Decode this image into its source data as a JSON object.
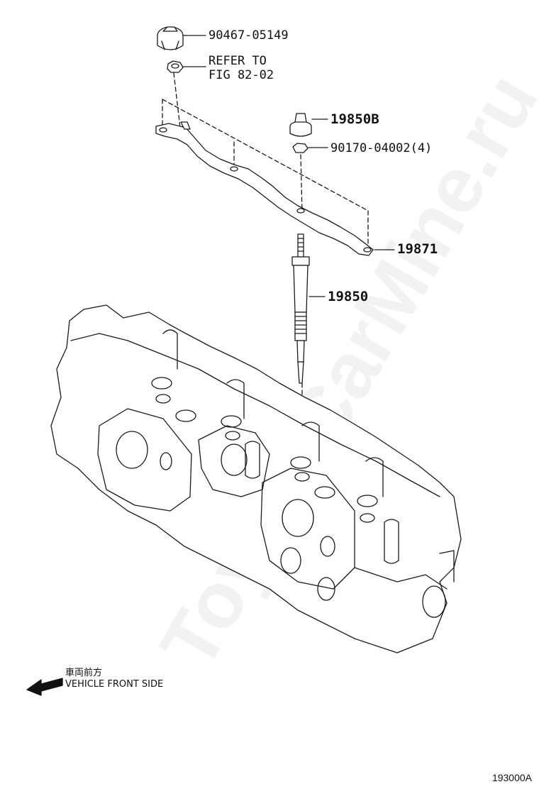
{
  "diagram": {
    "colors": {
      "line": "#1a1a1a",
      "watermark": "#000000"
    },
    "parts": {
      "nut_top": "90467-05149",
      "refer_line1": "REFER TO",
      "refer_line2": "FIG 82-02",
      "connector": "19850B",
      "nut_small": "90170-04002(4)",
      "busbar": "19871",
      "glow_plug": "19850"
    },
    "front_note": {
      "japanese": "車両前方",
      "english": "VEHICLE FRONT SIDE"
    },
    "figure_code": "193000A",
    "watermark_text": "ToyotaCarMine.ru"
  }
}
